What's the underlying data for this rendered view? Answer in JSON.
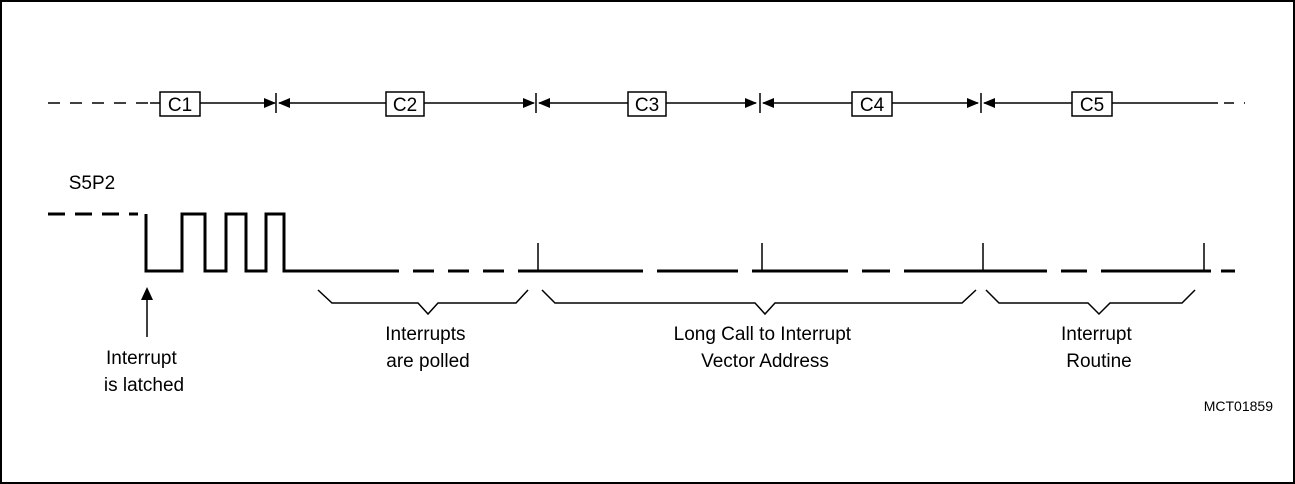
{
  "cycles": [
    "C1",
    "C2",
    "C3",
    "C4",
    "C5"
  ],
  "signal_label": "S5P2",
  "annotations": {
    "latched": [
      "Interrupt",
      "is latched"
    ],
    "polled": [
      "Interrupts",
      "are polled"
    ],
    "long_call": [
      "Long Call to Interrupt",
      "Vector Address"
    ],
    "routine": [
      "Interrupt",
      "Routine"
    ]
  },
  "figure_id": "MCT01859"
}
